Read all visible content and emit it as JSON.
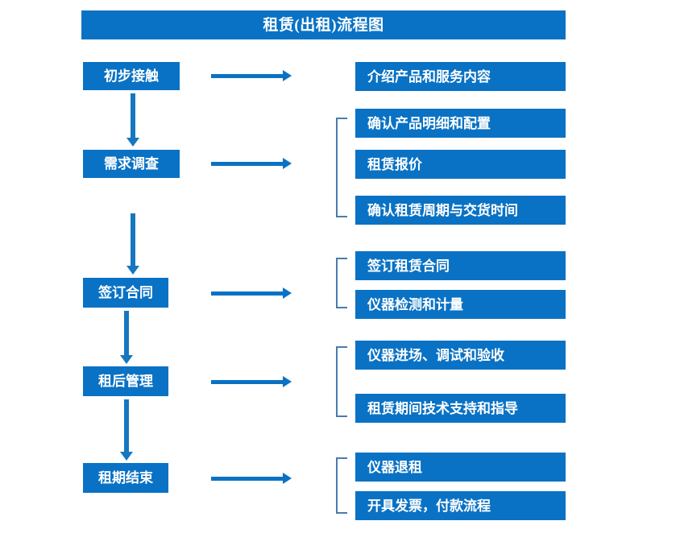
{
  "diagram": {
    "title": "租赁(出租)流程图",
    "colors": {
      "primary_blue": "#0a72c4",
      "arrow_blue": "#1577c0",
      "bracket_blue": "#4a7bb0",
      "text_white": "#ffffff",
      "background": "#ffffff"
    },
    "stages": [
      {
        "id": "stage-1",
        "label": "初步接触"
      },
      {
        "id": "stage-2",
        "label": "需求调查"
      },
      {
        "id": "stage-3",
        "label": "签订合同"
      },
      {
        "id": "stage-4",
        "label": "租后管理"
      },
      {
        "id": "stage-5",
        "label": "租期结束"
      }
    ],
    "details": [
      {
        "id": "detail-1",
        "label": "介绍产品和服务内容",
        "stage": "初步接触"
      },
      {
        "id": "detail-2",
        "label": "确认产品明细和配置",
        "stage": "需求调查"
      },
      {
        "id": "detail-3",
        "label": "租赁报价",
        "stage": "需求调查"
      },
      {
        "id": "detail-4",
        "label": "确认租赁周期与交货时间",
        "stage": "需求调查"
      },
      {
        "id": "detail-5",
        "label": "签订租赁合同",
        "stage": "签订合同"
      },
      {
        "id": "detail-6",
        "label": "仪器检测和计量",
        "stage": "签订合同"
      },
      {
        "id": "detail-7",
        "label": "仪器进场、调试和验收",
        "stage": "租后管理"
      },
      {
        "id": "detail-8",
        "label": "租赁期间技术支持和指导",
        "stage": "租后管理"
      },
      {
        "id": "detail-9",
        "label": "仪器退租",
        "stage": "租期结束"
      },
      {
        "id": "detail-10",
        "label": "开具发票，付款流程",
        "stage": "租期结束"
      }
    ]
  }
}
